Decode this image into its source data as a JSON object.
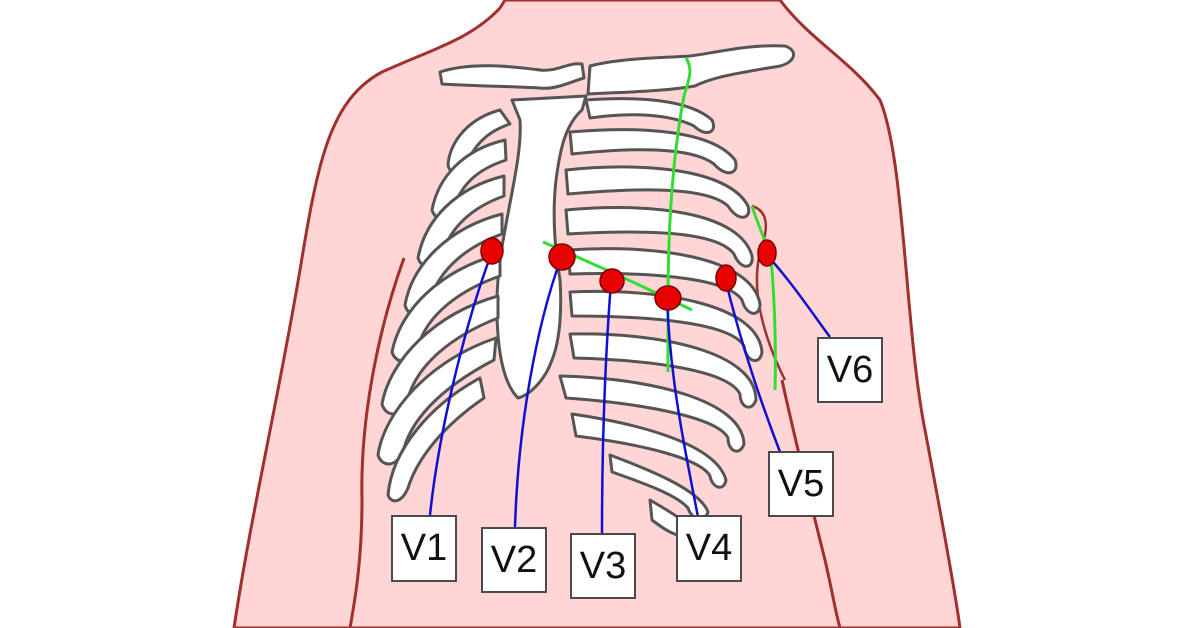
{
  "colors": {
    "skin": "#ffd5d5",
    "skin_outline": "#a0302c",
    "bone": "#ffffff",
    "bone_outline": "#555555",
    "electrode": "#e80000",
    "lead_wire": "#1010d0",
    "guide_line": "#33dd33"
  },
  "leads": [
    {
      "id": "v1",
      "label": "V1"
    },
    {
      "id": "v2",
      "label": "V2"
    },
    {
      "id": "v3",
      "label": "V3"
    },
    {
      "id": "v4",
      "label": "V4"
    },
    {
      "id": "v5",
      "label": "V5"
    },
    {
      "id": "v6",
      "label": "V6"
    }
  ]
}
